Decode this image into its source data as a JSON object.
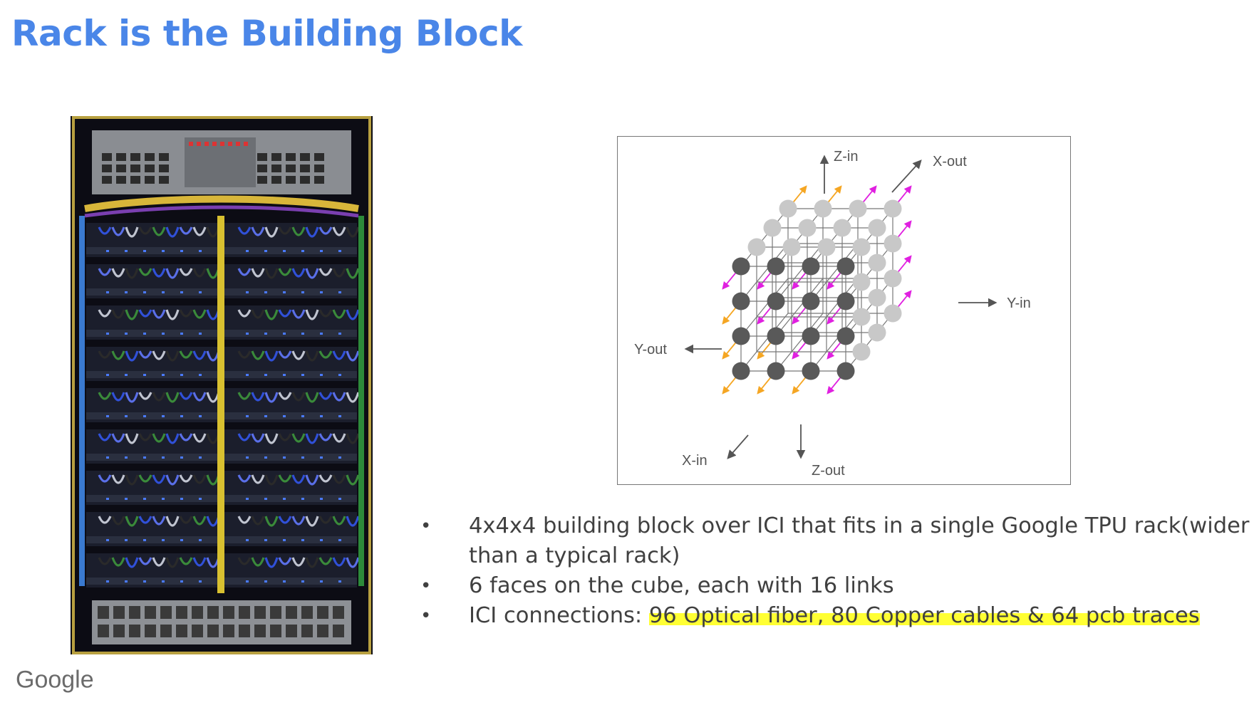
{
  "slide": {
    "title": "Rack is the Building Block",
    "brand": "Google"
  },
  "diagram": {
    "labels": {
      "z_in": "Z-in",
      "x_out": "X-out",
      "y_in": "Y-in",
      "y_out": "Y-out",
      "x_in": "X-in",
      "z_out": "Z-out"
    },
    "colors": {
      "front_node": "#595959",
      "back_node": "#c8c8c8",
      "orange_link": "#f5a623",
      "magenta_link": "#e020e0",
      "edge": "#777777"
    },
    "grid": [
      4,
      4,
      4
    ]
  },
  "bullets": [
    {
      "text": "4x4x4 building block over ICI that fits in a single Google TPU rack(wider than a typical rack)",
      "highlight": ""
    },
    {
      "text": "6 faces on the cube, each with 16 links",
      "highlight": ""
    },
    {
      "text": "ICI connections: ",
      "highlight": "96 Optical fiber, 80 Copper cables & 64 pcb traces"
    }
  ],
  "photo": {
    "subject": "tpu-rack-photo"
  }
}
